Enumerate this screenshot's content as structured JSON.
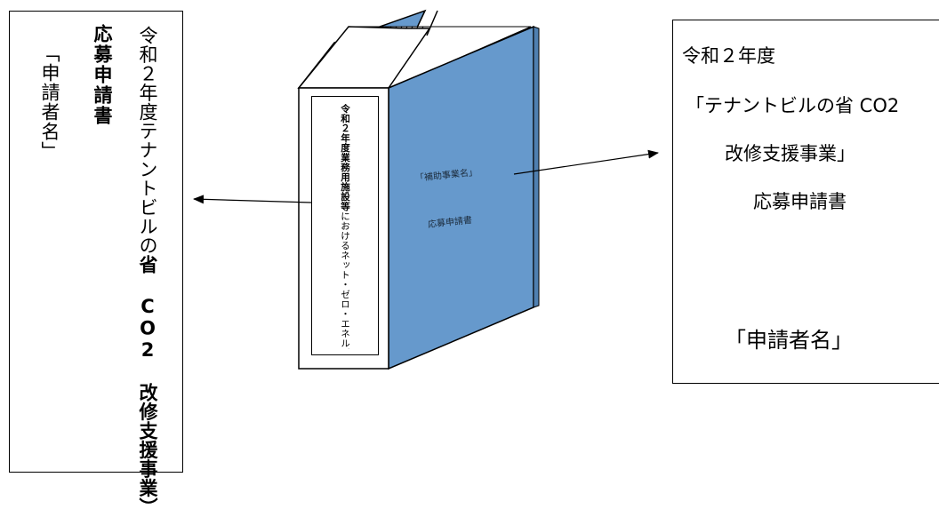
{
  "left_spine": {
    "line1": "令和２年度テナントビルの",
    "line1_tail": "省 CO2 改修支援事業）",
    "line2": "応募申請書",
    "line3": "「申請者名」"
  },
  "book": {
    "spine_label_bold": "令和２年度業務用施設等",
    "spine_label_rest": "におけるネット・ゼロ・エネルギー・ビ",
    "cover_line1": "「補助事業名」",
    "cover_line2": "応募申請書",
    "cover_color": "#6699cc",
    "cover_shade_color": "#4f7fb0"
  },
  "right_cover": {
    "year": "令和２年度",
    "title_line1": "「テナントビルの省 CO2",
    "title_line2": "改修支援事業」",
    "title_line3": "応募申請書",
    "applicant": "「申請者名」"
  }
}
